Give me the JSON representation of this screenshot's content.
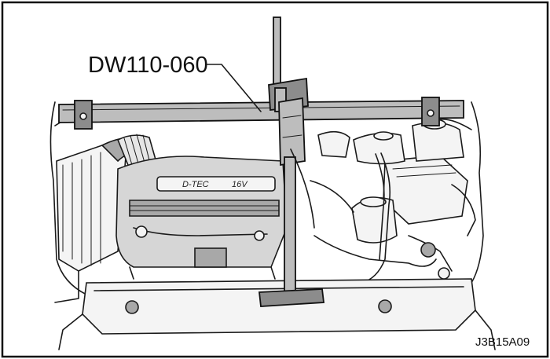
{
  "callout": {
    "label": "DW110-060"
  },
  "figure": {
    "id": "J3B15A09"
  },
  "engine_cover": {
    "logo_text": "D-TEC",
    "badge": "16V"
  }
}
